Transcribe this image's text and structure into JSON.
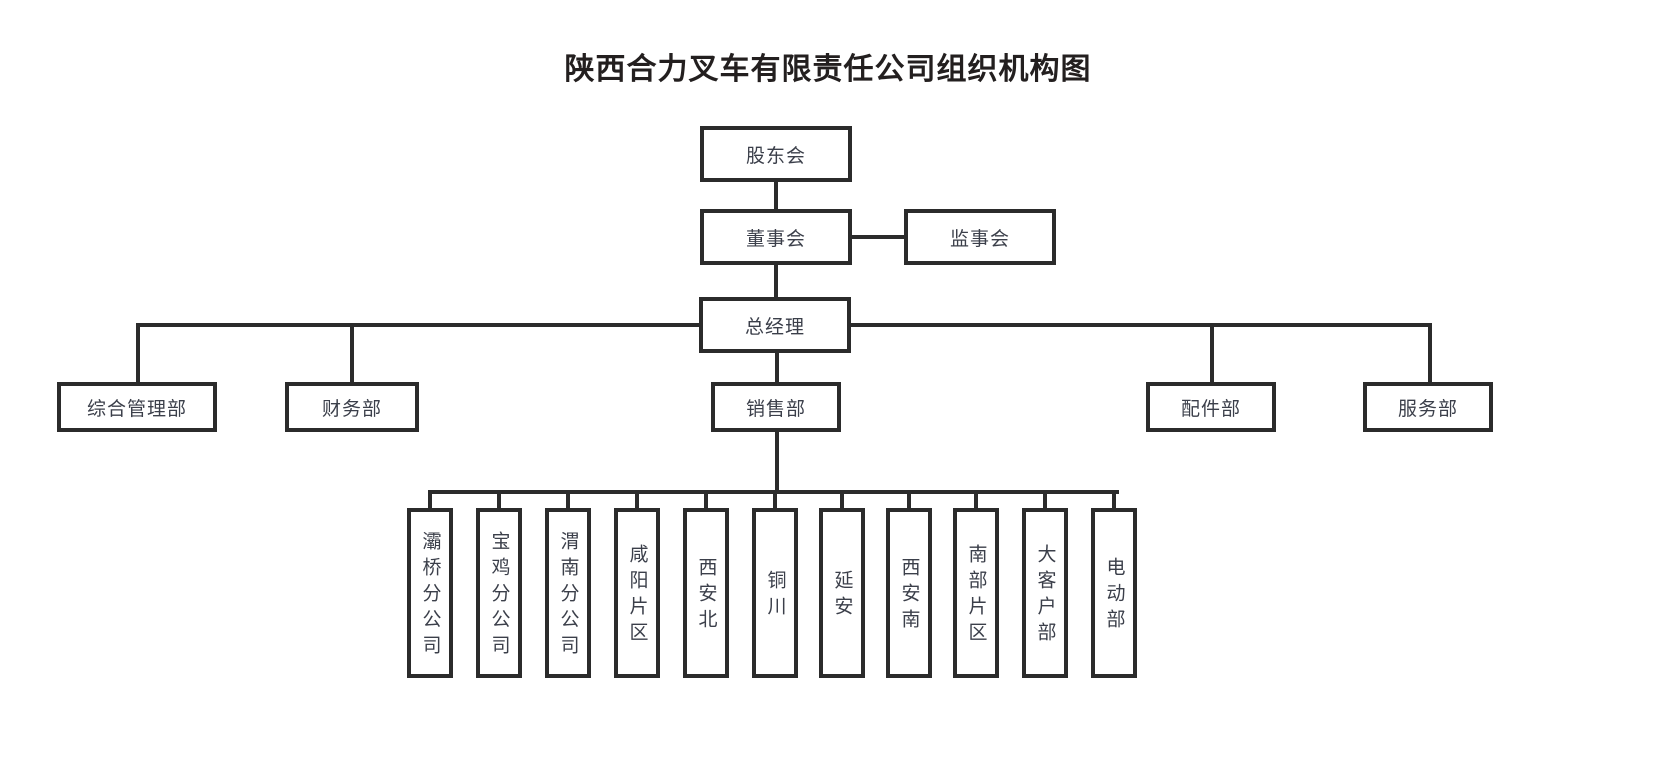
{
  "title": "陕西合力叉车有限责任公司组织机构图",
  "colors": {
    "border": "#2b2b2b",
    "text": "#3b3f4a",
    "title": "#231f1f",
    "background": "#ffffff"
  },
  "chart_data": {
    "type": "diagram",
    "diagram_kind": "organizational-chart",
    "title": "陕西合力叉车有限责任公司组织机构图",
    "levels": [
      {
        "level": 1,
        "nodes": [
          "股东会"
        ]
      },
      {
        "level": 2,
        "nodes": [
          "董事会",
          "监事会"
        ]
      },
      {
        "level": 3,
        "nodes": [
          "总经理"
        ]
      },
      {
        "level": 4,
        "nodes": [
          "综合管理部",
          "财务部",
          "销售部",
          "配件部",
          "服务部"
        ]
      },
      {
        "level": 5,
        "nodes": [
          "灞桥分公司",
          "宝鸡分公司",
          "渭南分公司",
          "咸阳片区",
          "西安北",
          "铜川",
          "延安",
          "西安南",
          "南部片区",
          "大客户部",
          "电动部"
        ]
      }
    ],
    "edges": [
      {
        "from": "股东会",
        "to": "董事会"
      },
      {
        "from": "董事会",
        "to": "监事会",
        "style": "lateral"
      },
      {
        "from": "董事会",
        "to": "总经理"
      },
      {
        "from": "总经理",
        "to": "综合管理部"
      },
      {
        "from": "总经理",
        "to": "财务部"
      },
      {
        "from": "总经理",
        "to": "销售部"
      },
      {
        "from": "总经理",
        "to": "配件部"
      },
      {
        "from": "总经理",
        "to": "服务部"
      },
      {
        "from": "销售部",
        "to": "灞桥分公司"
      },
      {
        "from": "销售部",
        "to": "宝鸡分公司"
      },
      {
        "from": "销售部",
        "to": "渭南分公司"
      },
      {
        "from": "销售部",
        "to": "咸阳片区"
      },
      {
        "from": "销售部",
        "to": "西安北"
      },
      {
        "from": "销售部",
        "to": "铜川"
      },
      {
        "from": "销售部",
        "to": "延安"
      },
      {
        "from": "销售部",
        "to": "西安南"
      },
      {
        "from": "销售部",
        "to": "南部片区"
      },
      {
        "from": "销售部",
        "to": "大客户部"
      },
      {
        "from": "销售部",
        "to": "电动部"
      }
    ]
  },
  "nodes": {
    "shareholders": "股东会",
    "board_of_directors": "董事会",
    "board_of_supervisors": "监事会",
    "general_manager": "总经理",
    "dept_general_admin": "综合管理部",
    "dept_finance": "财务部",
    "dept_sales": "销售部",
    "dept_parts": "配件部",
    "dept_service": "服务部",
    "branches": [
      "灞桥分公司",
      "宝鸡分公司",
      "渭南分公司",
      "咸阳片区",
      "西安北",
      "铜川",
      "延安",
      "西安南",
      "南部片区",
      "大客户部",
      "电动部"
    ]
  }
}
